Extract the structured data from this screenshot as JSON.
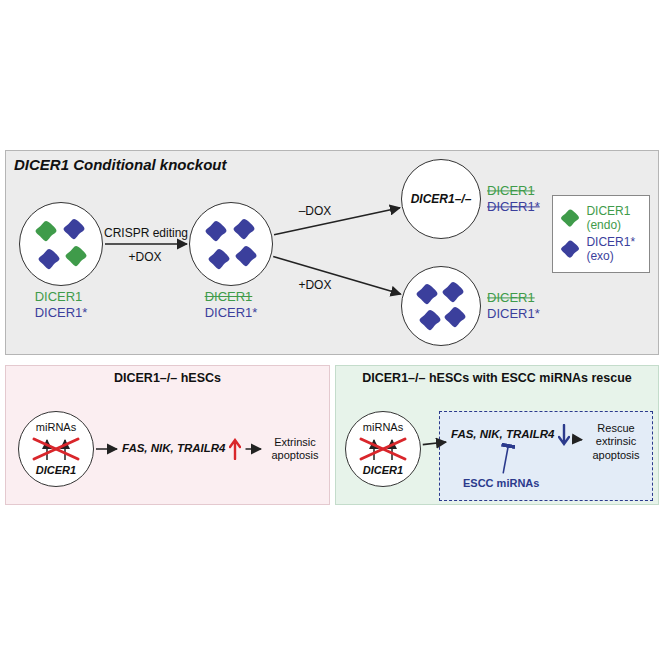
{
  "diagram": {
    "nodes": [
      {
        "text": [
          "DICER1 Conditional knockout"
        ]
      },
      {
        "text": [
          "DICER1",
          "DICER1*"
        ],
        "in": 0
      },
      {
        "text": [
          "DICER1",
          "DICER1*"
        ],
        "in": 0
      },
      {
        "text": [
          "DICER1–/–",
          "DICER1",
          "DICER1*"
        ],
        "in": 0
      },
      {
        "text": [
          "DICER1",
          "DICER1*"
        ],
        "in": 0
      },
      {
        "text": [
          "DICER1–/– hESCs"
        ]
      },
      {
        "text": [
          "miRNAs",
          "DICER1"
        ],
        "in": 5
      },
      {
        "text": [
          "FAS, NIK, TRAILR4"
        ],
        "in": 5
      },
      {
        "text": [
          "Extrinsic apoptosis"
        ],
        "in": 5
      },
      {
        "text": [
          "DICER1–/– hESCs with ESCC miRNAs rescue"
        ]
      },
      {
        "text": [
          "miRNAs",
          "DICER1"
        ],
        "in": 9
      },
      {
        "text": [],
        "in": 9
      },
      {
        "text": [
          "FAS, NIK, TRAILR4"
        ],
        "in": 11
      },
      {
        "text": [
          "Rescue extrinsic apoptosis"
        ],
        "in": 11
      },
      {
        "text": [
          "ESCC miRNAs"
        ],
        "in": 11
      }
    ],
    "edges": [
      {
        "from": 1,
        "to": 2,
        "arrow": "to",
        "label": "CRISPR editing"
      },
      {
        "from": 2,
        "to": 3,
        "arrow": "to",
        "label": "–DOX"
      },
      {
        "from": 2,
        "to": 4,
        "arrow": "to",
        "label": "+DOX"
      },
      {
        "from": 6,
        "to": 7,
        "arrow": "to"
      },
      {
        "from": 7,
        "to": 8,
        "arrow": "to"
      },
      {
        "from": 10,
        "to": 12,
        "arrow": "to"
      },
      {
        "from": 12,
        "to": 13,
        "arrow": "to"
      },
      {
        "from": 14,
        "to": 12,
        "arrow": "to"
      }
    ],
    "labels": [
      "+DOX"
    ],
    "legend": [
      {
        "text": "DICER1 (endo)",
        "color": "#3f9b4a"
      },
      {
        "text": "DICER1* (exo)",
        "color": "#3b3f9c"
      }
    ]
  }
}
